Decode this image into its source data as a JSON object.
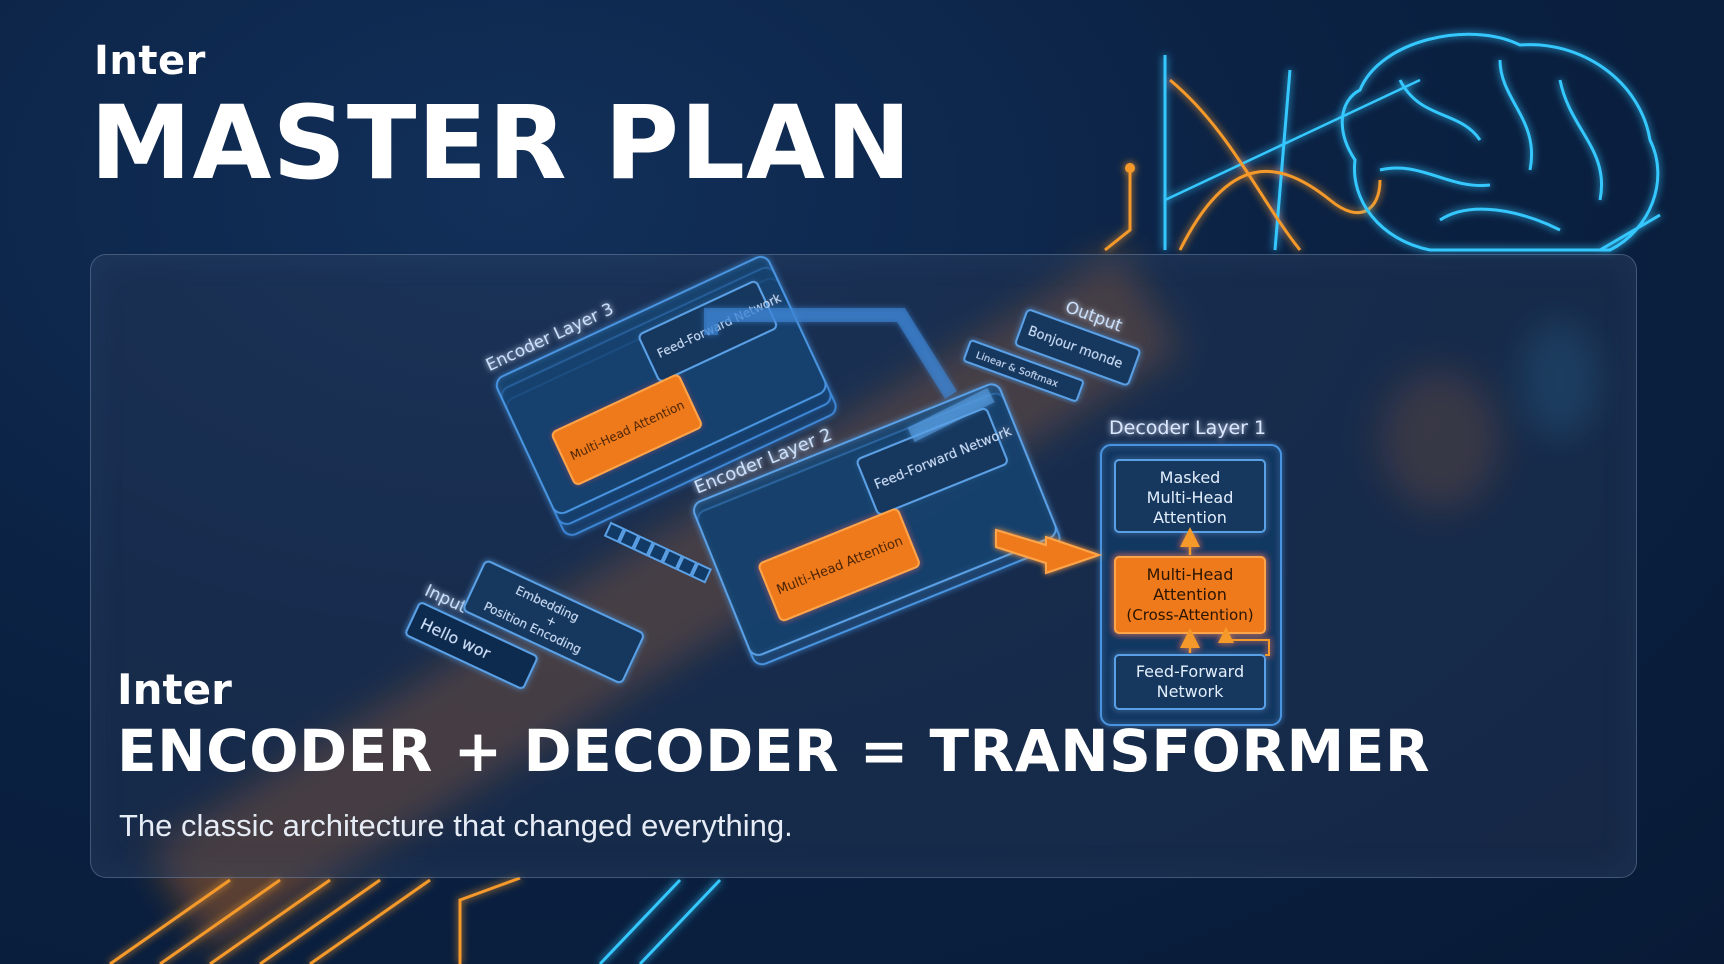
{
  "header": {
    "brand": "Inter",
    "title": "MASTER PLAN"
  },
  "card": {
    "brand": "Inter",
    "heading": "ENCODER + DECODER = TRANSFORMER",
    "subtitle": "The classic architecture that changed everything."
  },
  "diagram": {
    "encoder_layer_3": {
      "label": "Encoder Layer 3",
      "feed_forward": "Feed-Forward Network",
      "attention": "Multi-Head Attention"
    },
    "encoder_layer_2": {
      "label": "Encoder Layer 2",
      "feed_forward": "Feed-Forward Network",
      "attention": "Multi-Head Attention"
    },
    "input": {
      "label": "Input",
      "text": "Hello wor"
    },
    "embedding": {
      "line1": "Embedding",
      "line2": "+",
      "line3": "Position Encoding"
    },
    "output": {
      "label": "Output",
      "text": "Bonjour monde",
      "softmax": "Linear & Softmax"
    },
    "decoder_layer_1": {
      "label": "Decoder Layer 1",
      "masked_attention": [
        "Masked",
        "Multi-Head",
        "Attention"
      ],
      "cross_attention": [
        "Multi-Head",
        "Attention",
        "(Cross-Attention)"
      ],
      "feed_forward": [
        "Feed-Forward",
        "Network"
      ]
    }
  },
  "colors": {
    "accent_orange": "#f07a1c",
    "accent_cyan": "#34c8ff",
    "panel_blue": "#1b4a80",
    "background": "#0b2244"
  }
}
